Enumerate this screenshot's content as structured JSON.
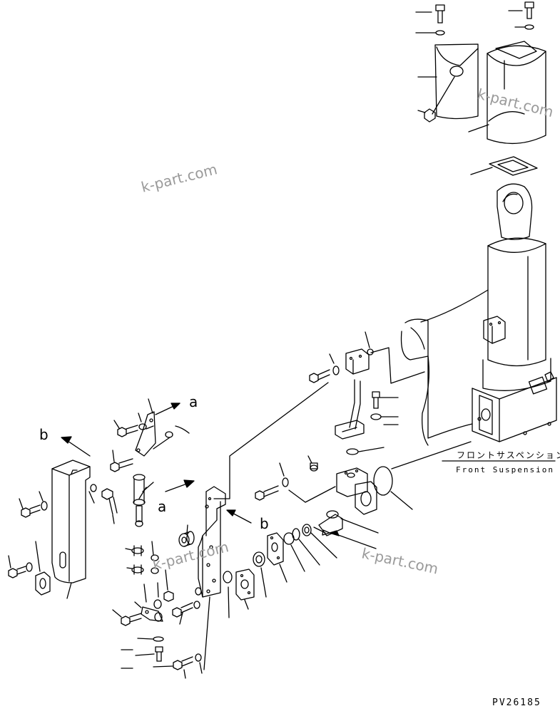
{
  "diagram": {
    "caption_jp": "フロントサスペンション",
    "caption_en": "Front Suspension",
    "ref_a": "a",
    "ref_b": "b",
    "drawing_number": "PV26185",
    "watermark": "k-part.com"
  },
  "colors": {
    "line": "#000000",
    "watermark": "#9a9a9a",
    "background": "#ffffff"
  }
}
